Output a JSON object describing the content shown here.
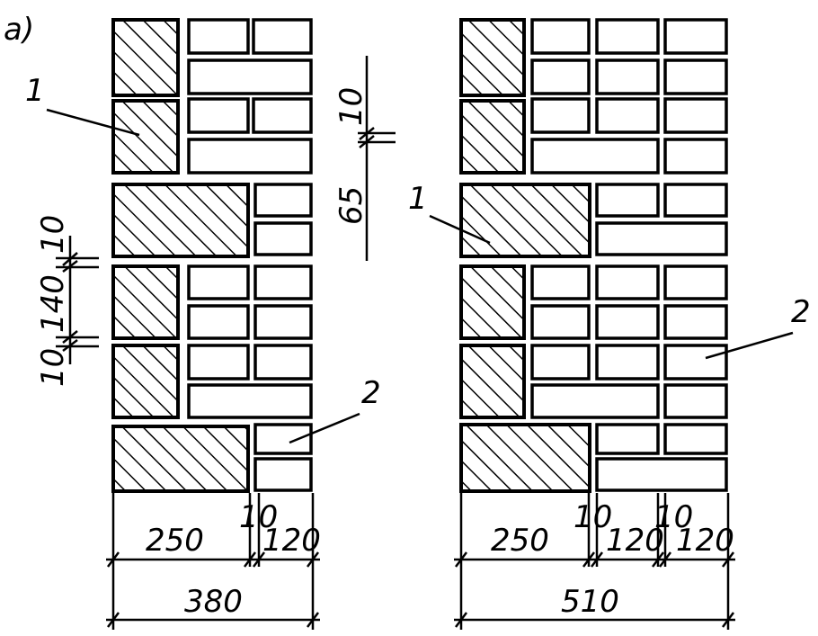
{
  "figure_label": "a)",
  "left_wall": {
    "callout_insulation": "1",
    "callout_brick": "2",
    "dim_gap_top": "10",
    "dim_block_height": "140",
    "dim_gap_bottom": "10",
    "dim_insulation": "250",
    "dim_joint": "10",
    "dim_brick": "120",
    "dim_total": "380"
  },
  "middle_dims": {
    "dim_joint": "10",
    "dim_course_height": "65"
  },
  "right_wall": {
    "callout_insulation": "1",
    "callout_brick": "2",
    "dim_insulation": "250",
    "dim_joint_1": "10",
    "dim_brick_1": "120",
    "dim_joint_2": "10",
    "dim_brick_2": "120",
    "dim_total": "510"
  }
}
